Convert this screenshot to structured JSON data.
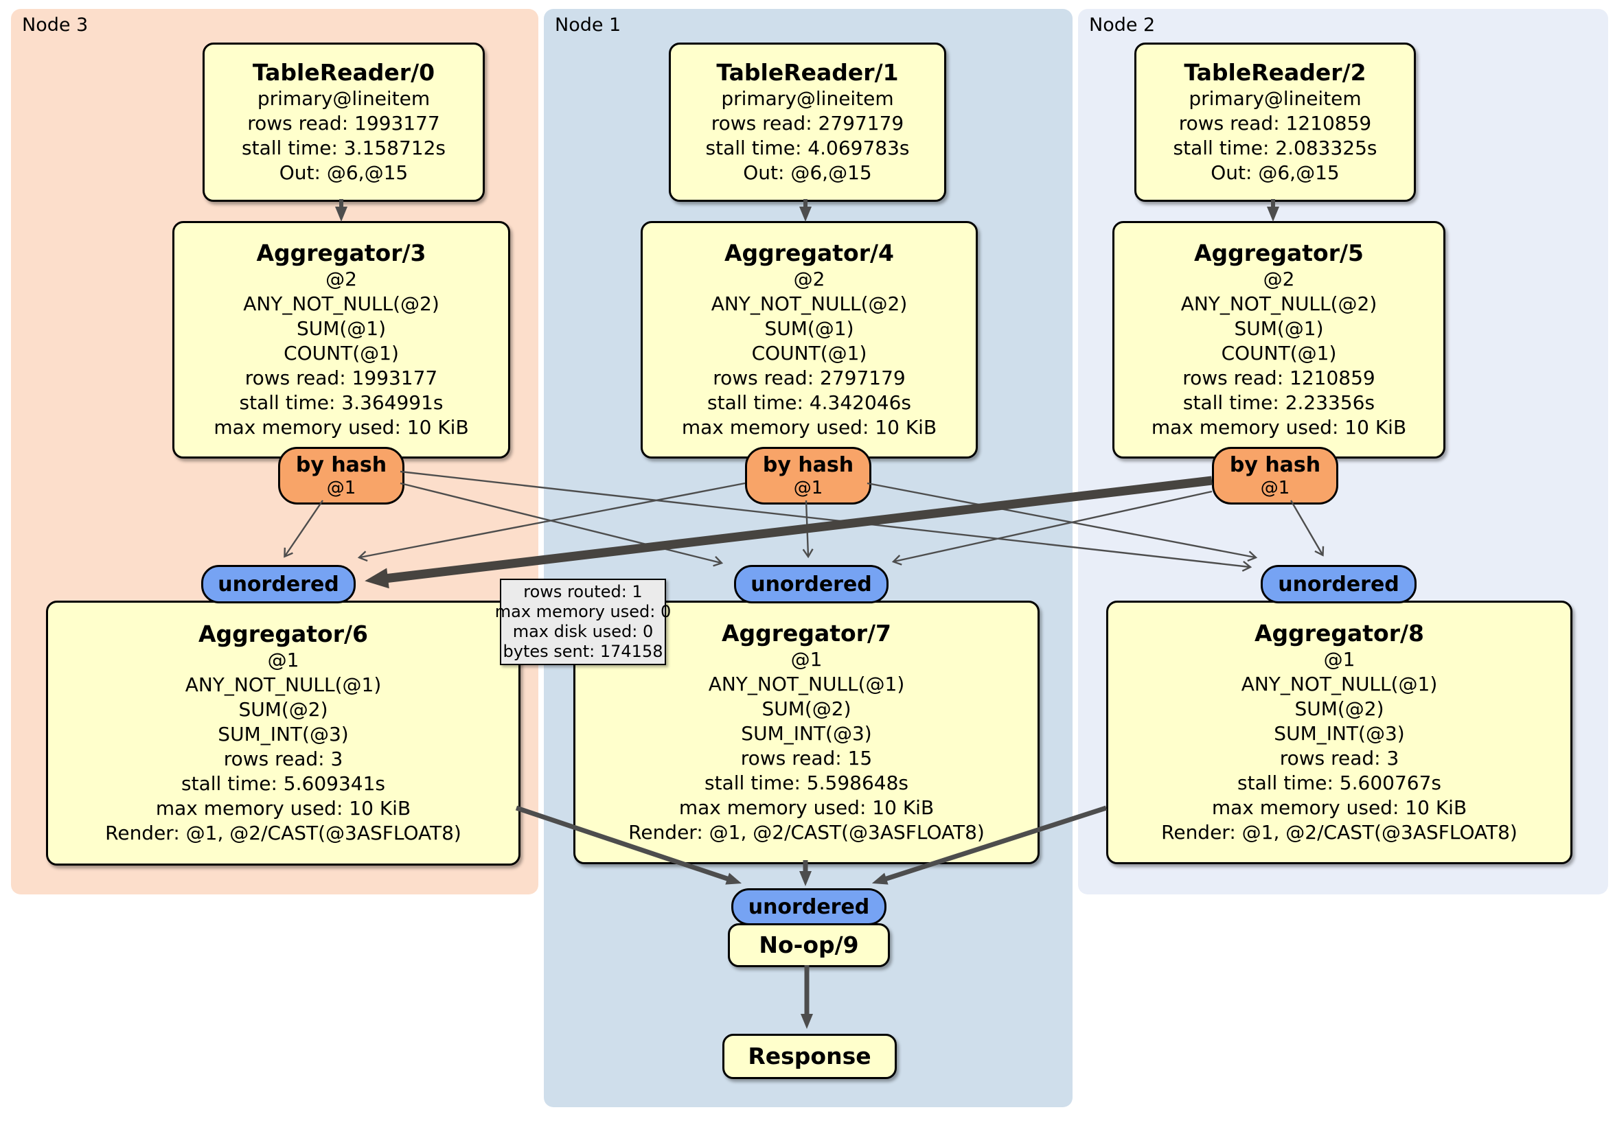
{
  "regions": [
    {
      "label": "Node 3"
    },
    {
      "label": "Node 1"
    },
    {
      "label": "Node 2"
    }
  ],
  "tablereaders": [
    {
      "title": "TableReader/0",
      "lines": [
        "primary@lineitem",
        "rows read: 1993177",
        "stall time: 3.158712s",
        "Out: @6,@15"
      ]
    },
    {
      "title": "TableReader/1",
      "lines": [
        "primary@lineitem",
        "rows read: 2797179",
        "stall time: 4.069783s",
        "Out: @6,@15"
      ]
    },
    {
      "title": "TableReader/2",
      "lines": [
        "primary@lineitem",
        "rows read: 1210859",
        "stall time: 2.083325s",
        "Out: @6,@15"
      ]
    }
  ],
  "aggregators_upper": [
    {
      "title": "Aggregator/3",
      "lines": [
        "@2",
        "ANY_NOT_NULL(@2)",
        "SUM(@1)",
        "COUNT(@1)",
        "rows read: 1993177",
        "stall time: 3.364991s",
        "max memory used: 10 KiB"
      ]
    },
    {
      "title": "Aggregator/4",
      "lines": [
        "@2",
        "ANY_NOT_NULL(@2)",
        "SUM(@1)",
        "COUNT(@1)",
        "rows read: 2797179",
        "stall time: 4.342046s",
        "max memory used: 10 KiB"
      ]
    },
    {
      "title": "Aggregator/5",
      "lines": [
        "@2",
        "ANY_NOT_NULL(@2)",
        "SUM(@1)",
        "COUNT(@1)",
        "rows read: 1210859",
        "stall time: 2.23356s",
        "max memory used: 10 KiB"
      ]
    }
  ],
  "routers": [
    {
      "label": "by hash",
      "key": "@1"
    },
    {
      "label": "by hash",
      "key": "@1"
    },
    {
      "label": "by hash",
      "key": "@1"
    }
  ],
  "syncs": {
    "left": "unordered",
    "center": "unordered",
    "right": "unordered",
    "bottom": "unordered"
  },
  "aggregators_lower": [
    {
      "title": "Aggregator/6",
      "lines": [
        "@1",
        "ANY_NOT_NULL(@1)",
        "SUM(@2)",
        "SUM_INT(@3)",
        "rows read: 3",
        "stall time: 5.609341s",
        "max memory used: 10 KiB",
        "Render: @1, @2/CAST(@3ASFLOAT8)"
      ]
    },
    {
      "title": "Aggregator/7",
      "lines": [
        "@1",
        "ANY_NOT_NULL(@1)",
        "SUM(@2)",
        "SUM_INT(@3)",
        "rows read: 15",
        "stall time: 5.598648s",
        "max memory used: 10 KiB",
        "Render: @1, @2/CAST(@3ASFLOAT8)"
      ]
    },
    {
      "title": "Aggregator/8",
      "lines": [
        "@1",
        "ANY_NOT_NULL(@1)",
        "SUM(@2)",
        "SUM_INT(@3)",
        "rows read: 3",
        "stall time: 5.600767s",
        "max memory used: 10 KiB",
        "Render: @1, @2/CAST(@3ASFLOAT8)"
      ]
    }
  ],
  "noop": {
    "title": "No-op/9"
  },
  "response": {
    "title": "Response"
  },
  "edge_tooltip": {
    "lines": [
      "rows routed: 1",
      "max memory used: 0",
      "max disk used: 0",
      "bytes sent: 174158"
    ]
  },
  "colors": {
    "node3_bg": "#fcdecb",
    "node1_bg": "#cfdeeb",
    "node2_bg": "#e9eef8",
    "processor_bg": "#ffffcc",
    "router_bg": "#f8a468",
    "sync_bg": "#76a3f3",
    "edge": "#4d4d4d",
    "tooltip_bg": "#ebebeb"
  }
}
